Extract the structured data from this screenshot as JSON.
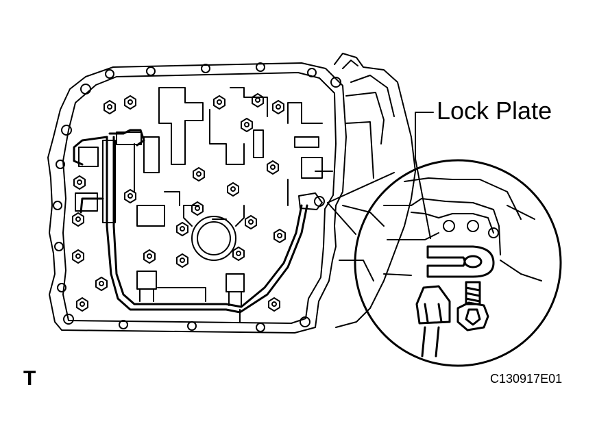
{
  "labels": {
    "lock_plate": "Lock Plate",
    "side_mark": "T",
    "figure_code": "C130917E01"
  },
  "colors": {
    "line": "#000000",
    "background": "#ffffff"
  },
  "icons": [
    "bolt-icon",
    "connector-icon",
    "lock-plate-icon"
  ]
}
